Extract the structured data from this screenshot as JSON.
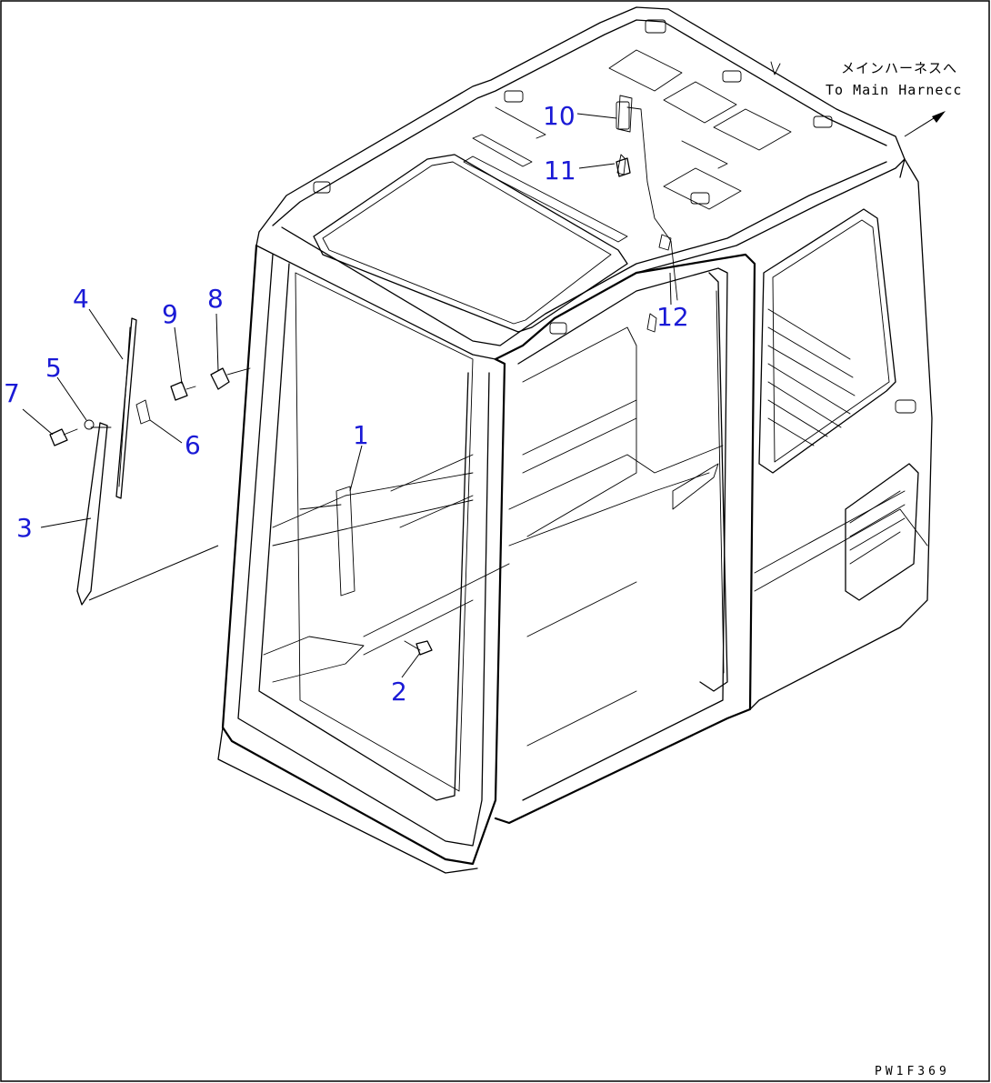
{
  "callouts": [
    {
      "id": "1",
      "label": "1"
    },
    {
      "id": "2",
      "label": "2"
    },
    {
      "id": "3",
      "label": "3"
    },
    {
      "id": "4",
      "label": "4"
    },
    {
      "id": "5",
      "label": "5"
    },
    {
      "id": "6",
      "label": "6"
    },
    {
      "id": "7",
      "label": "7"
    },
    {
      "id": "8",
      "label": "8"
    },
    {
      "id": "9",
      "label": "9"
    },
    {
      "id": "10",
      "label": "10"
    },
    {
      "id": "11",
      "label": "11"
    },
    {
      "id": "12",
      "label": "12"
    }
  ],
  "harness_note": {
    "japanese": "メインハーネスへ",
    "english": "To Main Harnecc"
  },
  "drawing_number": "PW1F369",
  "colors": {
    "callout": "#1a1ad6",
    "line": "#000000",
    "background": "#ffffff"
  }
}
